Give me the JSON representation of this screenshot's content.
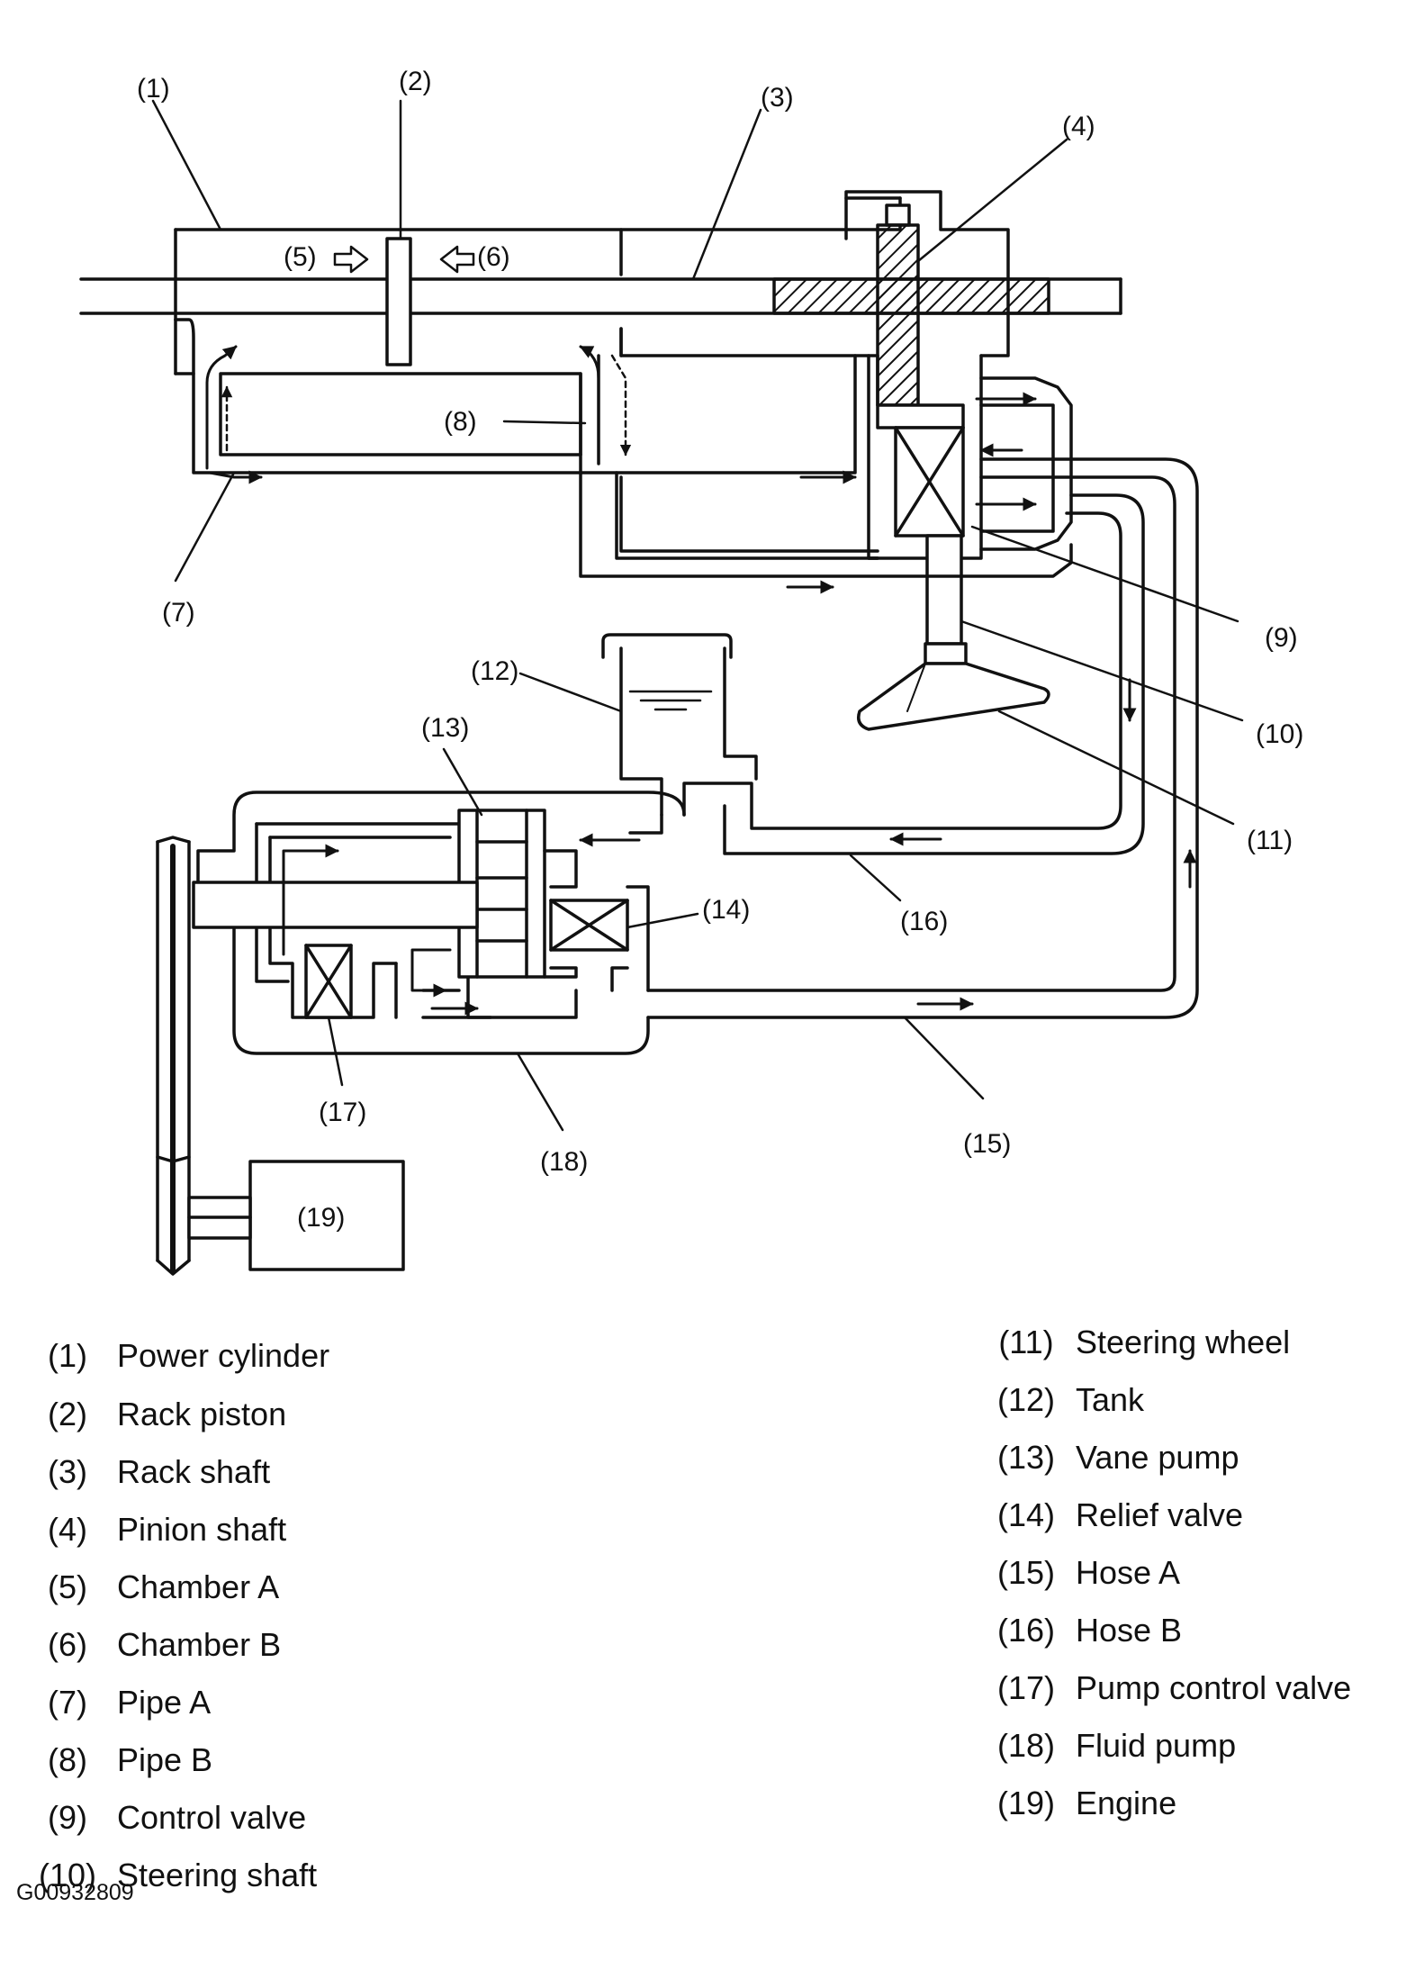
{
  "callouts": [
    "(1)",
    "(2)",
    "(3)",
    "(4)",
    "(5)",
    "(6)",
    "(7)",
    "(8)",
    "(9)",
    "(10)",
    "(11)",
    "(12)",
    "(13)",
    "(14)",
    "(15)",
    "(16)",
    "(17)",
    "(18)",
    "(19)"
  ],
  "legend_left": [
    {
      "num": "(1)",
      "label": "Power cylinder"
    },
    {
      "num": "(2)",
      "label": "Rack piston"
    },
    {
      "num": "(3)",
      "label": "Rack shaft"
    },
    {
      "num": "(4)",
      "label": "Pinion shaft"
    },
    {
      "num": "(5)",
      "label": "Chamber A"
    },
    {
      "num": "(6)",
      "label": "Chamber B"
    },
    {
      "num": "(7)",
      "label": "Pipe A"
    },
    {
      "num": "(8)",
      "label": "Pipe B"
    },
    {
      "num": "(9)",
      "label": "Control valve"
    },
    {
      "num": "(10)",
      "label": "Steering shaft"
    }
  ],
  "legend_right": [
    {
      "num": "(11)",
      "label": "Steering wheel"
    },
    {
      "num": "(12)",
      "label": "Tank"
    },
    {
      "num": "(13)",
      "label": "Vane pump"
    },
    {
      "num": "(14)",
      "label": "Relief valve"
    },
    {
      "num": "(15)",
      "label": "Hose A"
    },
    {
      "num": "(16)",
      "label": "Hose B"
    },
    {
      "num": "(17)",
      "label": "Pump control valve"
    },
    {
      "num": "(18)",
      "label": "Fluid pump"
    },
    {
      "num": "(19)",
      "label": "Engine"
    }
  ],
  "figure_code": "G00932809"
}
